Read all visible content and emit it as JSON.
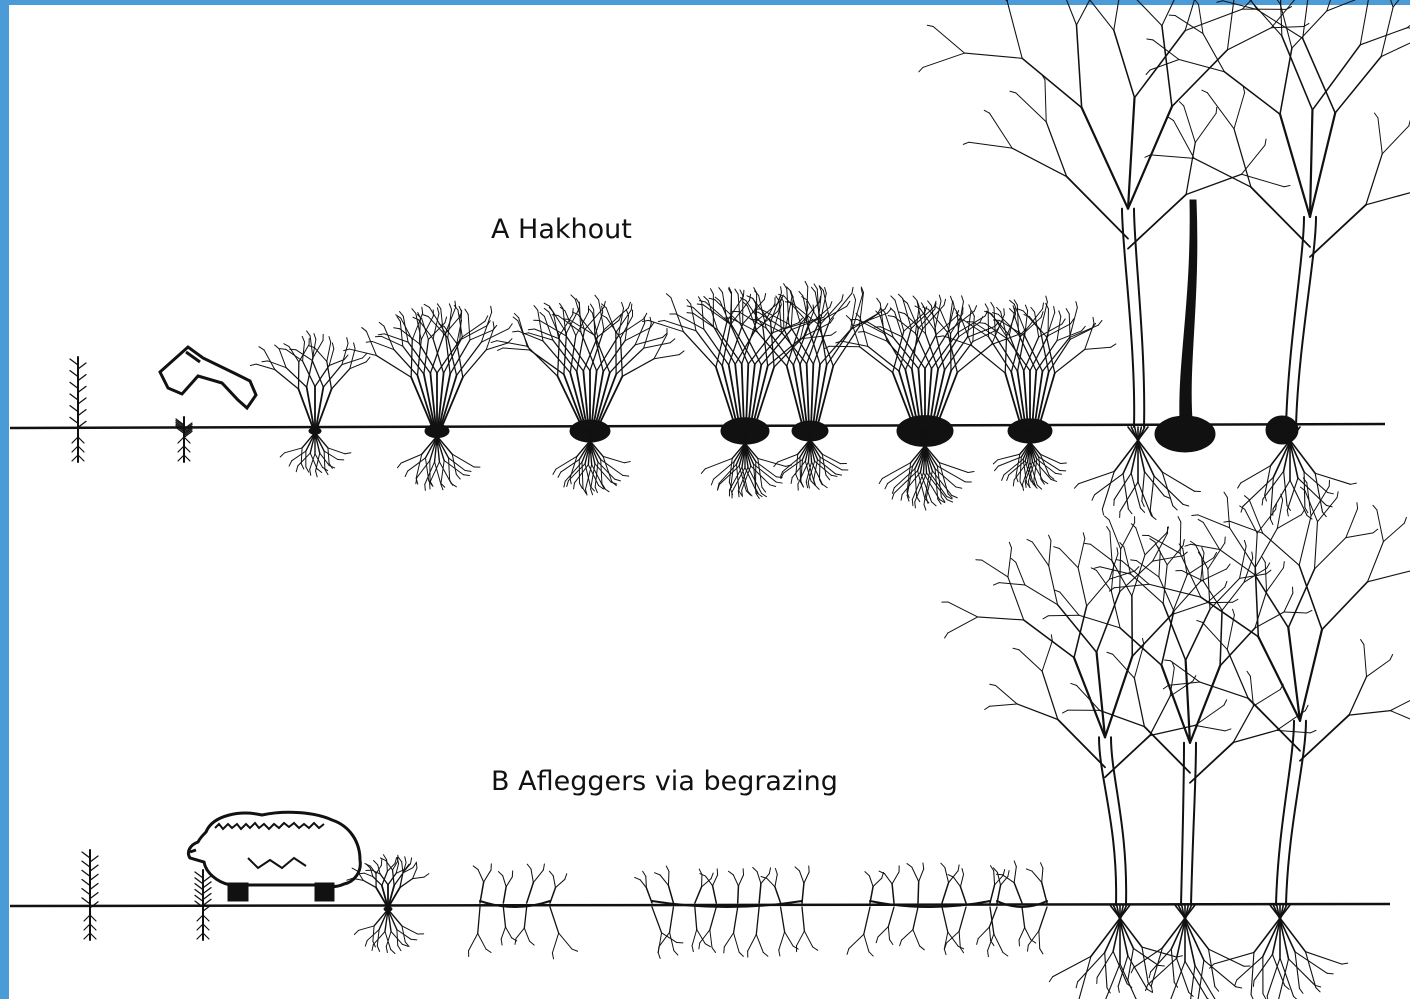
{
  "captions": {
    "a": "A Hakhout",
    "b": "B Afleggers via begrazing"
  },
  "rows": [
    {
      "id": "coppice",
      "stages": [
        "seedling",
        "axe-cut-stump",
        "young-regrowth",
        "bush",
        "bush",
        "double-stool",
        "stool-pair",
        "mature-trees-with-old-stump"
      ]
    },
    {
      "id": "layering-via-grazing",
      "stages": [
        "seedling",
        "grazed-sapling-with-sheep",
        "low-shoot",
        "spreading-shoots",
        "layered-shoots",
        "layered-shoots",
        "mature-layered-trees"
      ]
    }
  ],
  "icons": [
    "axe-icon",
    "sheep-icon"
  ],
  "colors": {
    "frame": "#4a9bd8",
    "ink": "#111111",
    "background": "#ffffff"
  }
}
